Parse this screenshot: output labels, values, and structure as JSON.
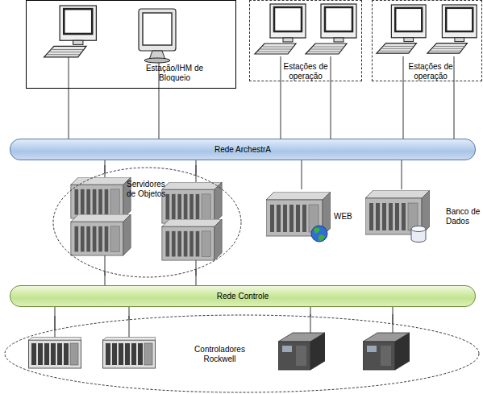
{
  "diagram": {
    "nodes": [
      {
        "text": [
          "Estação/IHM de Bloqueio"
        ]
      },
      {
        "text": [
          "Estações de operação"
        ]
      },
      {
        "text": [
          "Estações de operação"
        ]
      },
      {
        "text": [
          "Rede ArchestrA"
        ]
      },
      {
        "text": [
          "Servidores de Objetos"
        ]
      },
      {
        "text": [
          "WEB"
        ]
      },
      {
        "text": [
          "Banco de Dados"
        ]
      },
      {
        "text": [
          "Rede Controle"
        ]
      },
      {
        "text": [
          "Controladores Rockwell"
        ]
      }
    ],
    "edges": [
      {
        "from": 0,
        "to": 3,
        "arrow": "none"
      },
      {
        "from": 0,
        "to": 3,
        "arrow": "none"
      },
      {
        "from": 1,
        "to": 3,
        "arrow": "none"
      },
      {
        "from": 1,
        "to": 3,
        "arrow": "none"
      },
      {
        "from": 2,
        "to": 3,
        "arrow": "none"
      },
      {
        "from": 2,
        "to": 3,
        "arrow": "none"
      },
      {
        "from": 3,
        "to": 4,
        "arrow": "none"
      },
      {
        "from": 3,
        "to": 4,
        "arrow": "none"
      },
      {
        "from": 3,
        "to": 5,
        "arrow": "none"
      },
      {
        "from": 3,
        "to": 6,
        "arrow": "none"
      },
      {
        "from": 4,
        "to": 7,
        "arrow": "none"
      },
      {
        "from": 4,
        "to": 7,
        "arrow": "none"
      },
      {
        "from": 7,
        "to": 8,
        "arrow": "none"
      },
      {
        "from": 7,
        "to": 8,
        "arrow": "none"
      },
      {
        "from": 7,
        "to": 8,
        "arrow": "none"
      },
      {
        "from": 7,
        "to": 8,
        "arrow": "none"
      }
    ]
  }
}
